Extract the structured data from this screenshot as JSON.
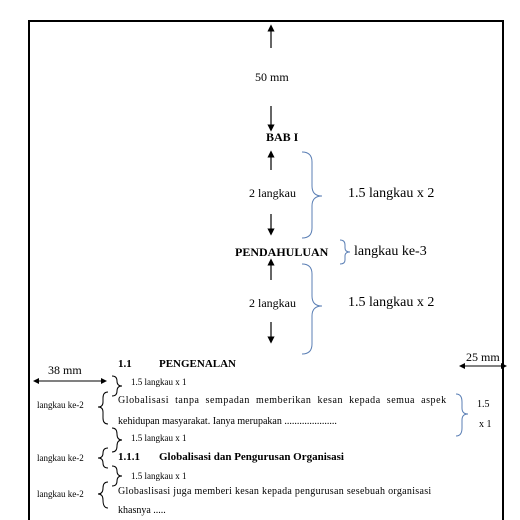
{
  "top_margin_label": "50 mm",
  "chapter_number": "BAB I",
  "gap1_label": "2 langkau",
  "gap1_rule": "1.5 langkau x 2",
  "chapter_title": "PENDAHULUAN",
  "title_rule": "langkau ke-3",
  "gap2_label": "2 langkau",
  "gap2_rule": "1.5 langkau x 2",
  "left_margin_label": "38 mm",
  "right_margin_label": "25 mm",
  "section": {
    "number": "1.1",
    "title": "PENGENALAN",
    "spacing_after_heading": "1.5 langkau x 1",
    "line_rule": "langkau ke-2",
    "paragraph_line1": "Globalisasi tanpa sempadan memberikan kesan kepada semua aspek",
    "paragraph_line2": "kehidupan masyarakat. Ianya merupakan .....................",
    "para_spacing_num": "1.5",
    "para_spacing_mult": "x 1",
    "spacing_after_para": "1.5 langkau x 1"
  },
  "subsection": {
    "line_rule": "langkau ke-2",
    "number": "1.1.1",
    "title": "Globalisasi dan Pengurusan Organisasi",
    "spacing_after_heading": "1.5 langkau x 1",
    "para_line_rule": "langkau ke-2",
    "paragraph_line1": "Globaslisasi juga memberi kesan kepada pengurusan sesebuah organisasi",
    "paragraph_line2": "khasnya ....."
  }
}
